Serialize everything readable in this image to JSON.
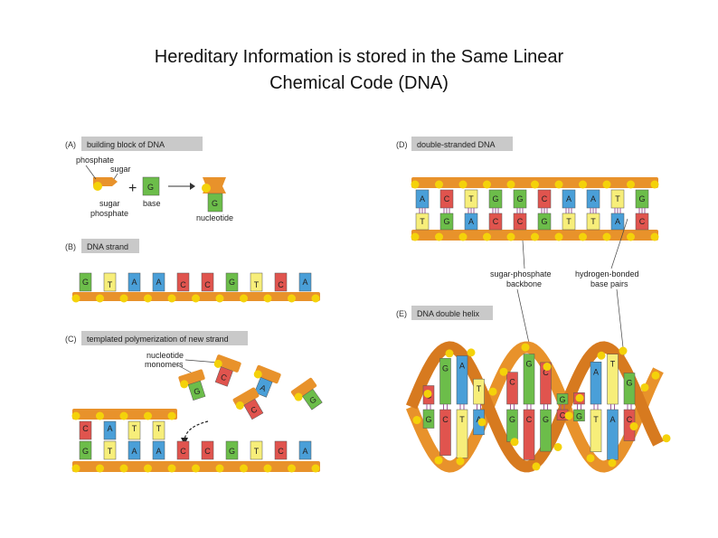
{
  "title": {
    "line1": "Hereditary Information is stored in the Same Linear",
    "line2": "Chemical Code (DNA)"
  },
  "colors": {
    "backbone": "#e8922b",
    "sugar_dot": "#f4d20a",
    "base_A": "#4a9fd8",
    "base_C": "#e0544e",
    "base_G": "#6cbd4a",
    "base_T": "#f7ee7a",
    "header_bg": "#c9c9c9"
  },
  "panel_a": {
    "letter": "(A)",
    "header": "building block of DNA",
    "label_phosphate": "phosphate",
    "label_sugar": "sugar",
    "label_sugar_phosphate_1": "sugar",
    "label_sugar_phosphate_2": "phosphate",
    "label_base": "base",
    "label_nucleotide": "nucleotide",
    "plus": "+",
    "base_letter": "G",
    "nucleotide_letter": "G"
  },
  "panel_b": {
    "letter": "(B)",
    "header": "DNA strand",
    "bases": [
      "G",
      "T",
      "A",
      "A",
      "C",
      "C",
      "G",
      "T",
      "C",
      "A"
    ]
  },
  "panel_c": {
    "letter": "(C)",
    "header": "templated polymerization of new strand",
    "label_monomers_1": "nucleotide",
    "label_monomers_2": "monomers",
    "top_bases": [
      "C",
      "A",
      "T",
      "T"
    ],
    "bottom_bases": [
      "G",
      "T",
      "A",
      "A",
      "C",
      "C",
      "G",
      "T",
      "C",
      "A"
    ],
    "free_bases": [
      "C",
      "G",
      "A",
      "C",
      "G"
    ]
  },
  "panel_d": {
    "letter": "(D)",
    "header": "double-stranded DNA",
    "top_bases": [
      "A",
      "C",
      "T",
      "G",
      "G",
      "C",
      "A",
      "A",
      "T",
      "G"
    ],
    "bottom_bases": [
      "T",
      "G",
      "A",
      "C",
      "C",
      "G",
      "T",
      "T",
      "A",
      "C"
    ],
    "label_backbone_1": "sugar-phosphate",
    "label_backbone_2": "backbone",
    "label_pairs_1": "hydrogen-bonded",
    "label_pairs_2": "base pairs"
  },
  "panel_e": {
    "letter": "(E)",
    "header": "DNA double helix",
    "bases": [
      "C",
      "G",
      "A",
      "T",
      "A",
      "C",
      "G",
      "C",
      "G",
      "C",
      "A",
      "T",
      "G",
      "A"
    ]
  }
}
